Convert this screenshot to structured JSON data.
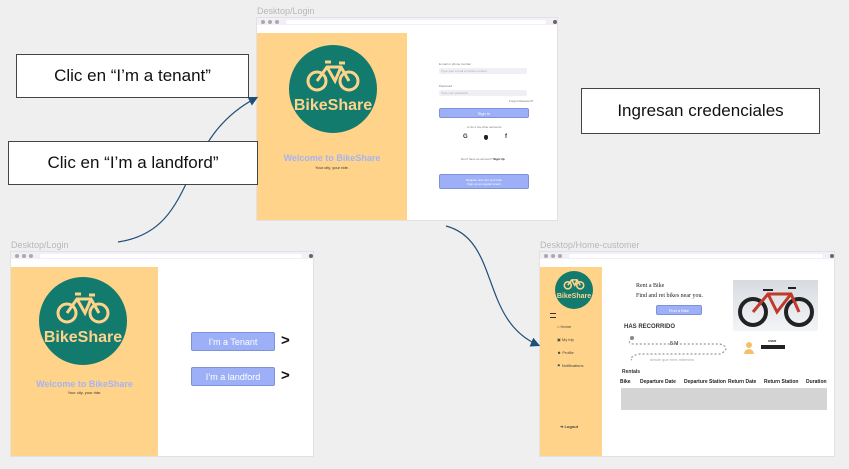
{
  "frames": {
    "top": {
      "label": "Desktop/Login"
    },
    "bottom_left": {
      "label": "Desktop/Login"
    },
    "right": {
      "label": "Desktop/Home-customer"
    }
  },
  "brand": {
    "name": "BikeShare",
    "welcome": "Welcome to BikeShare",
    "tagline": "Your city, your ride.",
    "color_primary": "#137a6e",
    "color_panel": "#ffd48a",
    "color_button": "#9db0f7"
  },
  "callouts": {
    "tenant": "Clic en “I’m a tenant”",
    "landlord": "Clic en “I’m a landford”",
    "credentials": "Ingresan credenciales"
  },
  "login_form": {
    "email_label": "E-mail or phone number",
    "email_placeholder": "Type your e-mail or phone number",
    "password_label": "Password",
    "password_placeholder": "Type your password",
    "forgot": "Forgot Password?",
    "sign_in": "Sign In",
    "or_sign_in_with": "or do it via other accounts",
    "social": [
      "G",
      "",
      "f"
    ],
    "no_account": "Don't have an account?",
    "sign_up": "Sign Up",
    "rent_button_line1": "Register and rent your bike",
    "rent_button_line2": "Sign up as regular tenant"
  },
  "role_select": {
    "tenant": "I’m a Tenant",
    "landlord": "I’m a landford",
    "chevron": ">"
  },
  "home": {
    "rent_title": "Rent a Bike",
    "rent_sub": "Find and ret bikes near you.",
    "rent_button": "Find a Bike",
    "recorrido_title": "HAS RECORRIDO",
    "distance": "8 M",
    "desde": "desde que eres miembro",
    "user_name": "USER",
    "rentals_title": "Rentals",
    "columns": [
      "Bike",
      "Departure Date",
      "Departure Station",
      "Return Date",
      "Return Station",
      "Duration"
    ],
    "nav": [
      "Home",
      "My trip",
      "Profile",
      "Notifications"
    ],
    "logout": "Logout"
  }
}
